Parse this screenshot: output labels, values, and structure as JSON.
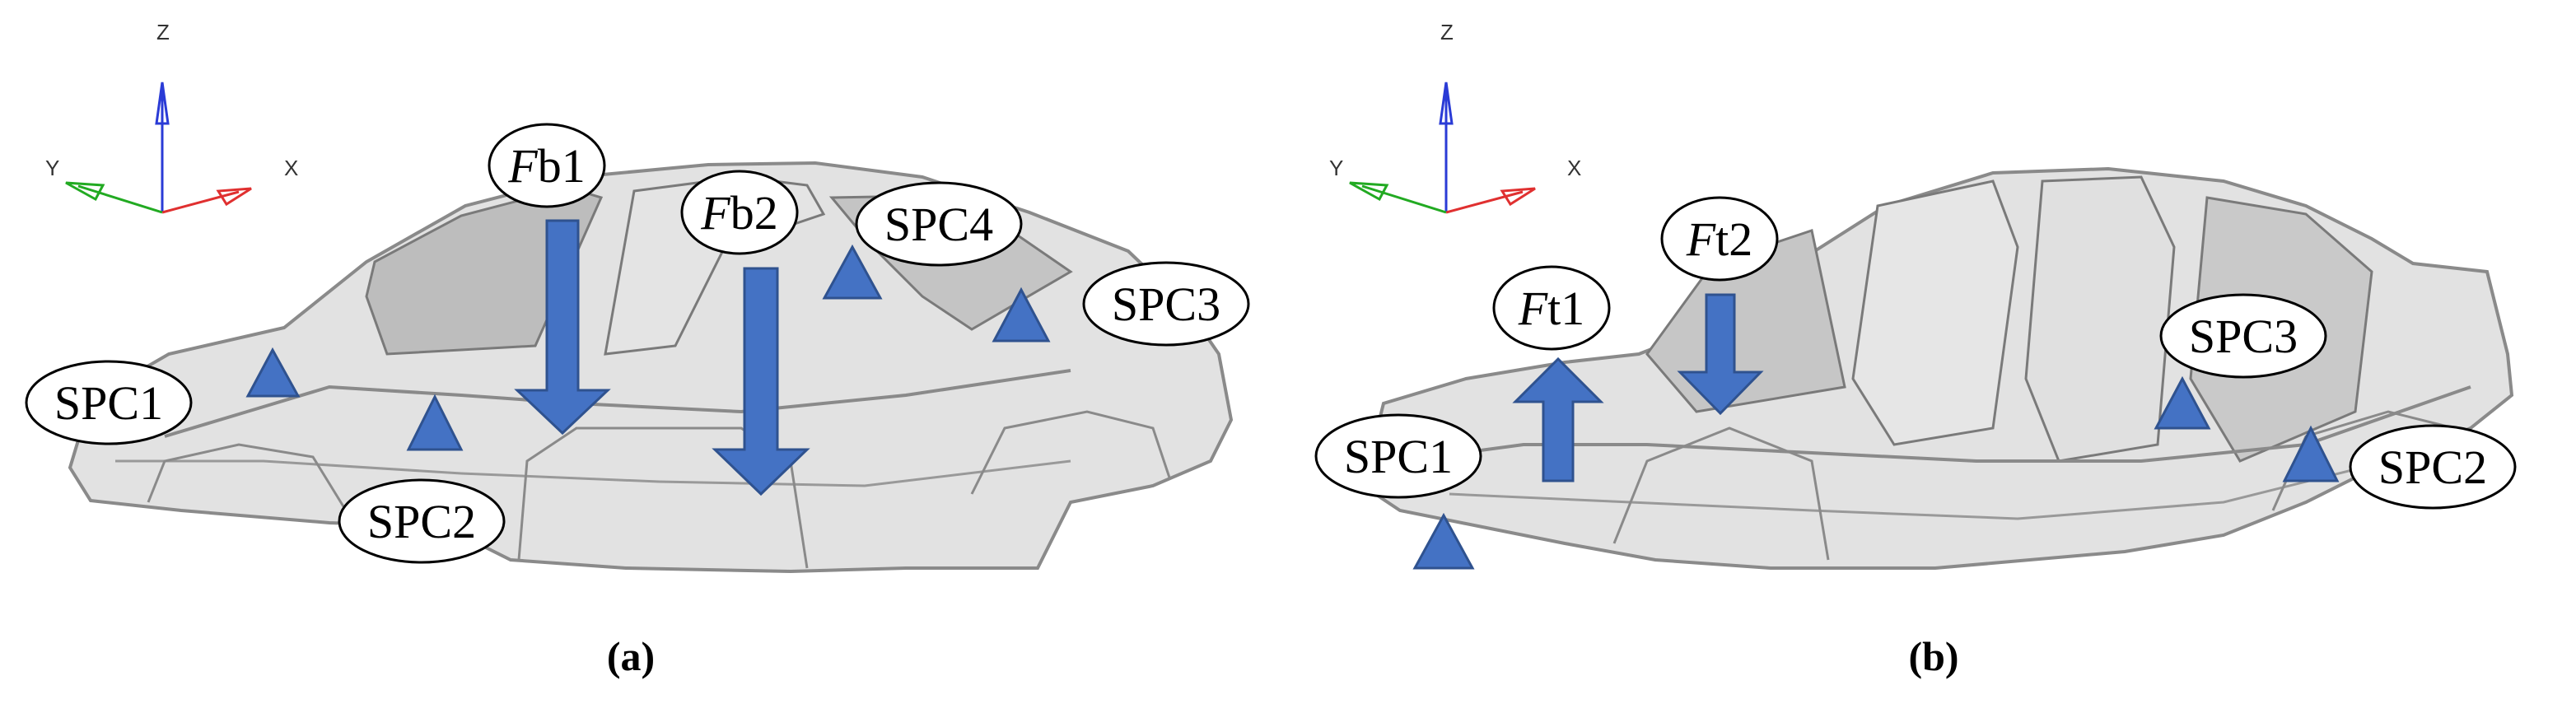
{
  "colors": {
    "arrow": "#4472C4",
    "arrow_edge": "#2F528F",
    "support": "#4472C4",
    "body_fill": "#d8d8d8",
    "body_line": "#8a8a8a",
    "axis_x": "#e03030",
    "axis_y": "#22aa22",
    "axis_z": "#2a3bd6"
  },
  "panels": [
    {
      "caption": "(a)",
      "axes": {
        "x": "X",
        "y": "Y",
        "z": "Z"
      },
      "loads": [
        {
          "prefix": "F",
          "suffix": "b1",
          "direction": "down"
        },
        {
          "prefix": "F",
          "suffix": "b2",
          "direction": "down"
        }
      ],
      "supports": [
        "SPC1",
        "SPC2",
        "SPC3",
        "SPC4"
      ]
    },
    {
      "caption": "(b)",
      "axes": {
        "x": "X",
        "y": "Y",
        "z": "Z"
      },
      "loads": [
        {
          "prefix": "F",
          "suffix": "t1",
          "direction": "up"
        },
        {
          "prefix": "F",
          "suffix": "t2",
          "direction": "down"
        }
      ],
      "supports": [
        "SPC1",
        "SPC3",
        "SPC2"
      ]
    }
  ]
}
